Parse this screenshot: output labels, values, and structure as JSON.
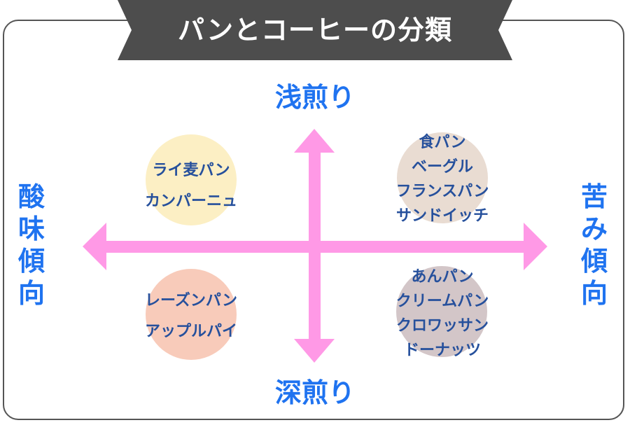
{
  "title": "パンとコーヒーの分類",
  "colors": {
    "banner": "#4d4d4d",
    "axis_arrow": "#ff99e6",
    "axis_label": "#1f73f0",
    "item_text": "#26509c"
  },
  "axes": {
    "top": "浅煎り",
    "bottom": "深煎り",
    "left": "酸味傾向",
    "right": "苦み傾向"
  },
  "quadrants": {
    "top_left": {
      "color": "#fcefc4",
      "items": [
        "ライ麦パン",
        "カンパーニュ"
      ]
    },
    "top_right": {
      "color": "#e9dcd2",
      "items": [
        "食パン",
        "ベーグル",
        "フランスパン",
        "サンドイッチ"
      ]
    },
    "bottom_left": {
      "color": "#f8cbba",
      "items": [
        "レーズンパン",
        "アップルパイ"
      ]
    },
    "bottom_right": {
      "color": "#d3c6c8",
      "items": [
        "あんパン",
        "クリームパン",
        "クロワッサン",
        "ドーナッツ"
      ]
    }
  }
}
